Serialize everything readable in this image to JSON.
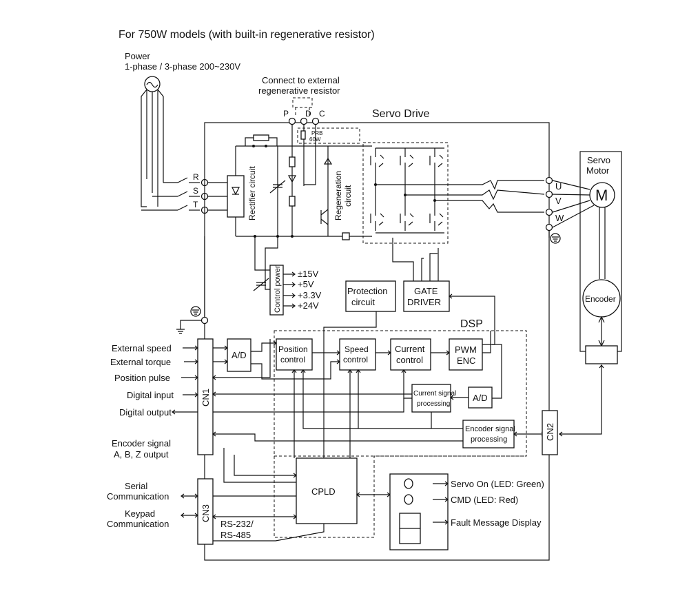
{
  "heading": "For 750W models (with built-in regenerative resistor)",
  "power": {
    "title": "Power",
    "spec": "1-phase / 3-phase 200~230V"
  },
  "external_resistor": {
    "line1": "Connect to external",
    "line2": "regenerative resistor"
  },
  "terminals_top": {
    "p": "P",
    "d": "D",
    "c": "C"
  },
  "servo_drive_label": "Servo Drive",
  "prb": {
    "line1": "PRB",
    "line2": "60W"
  },
  "input_terminals": {
    "r": "R",
    "s": "S",
    "t": "T"
  },
  "rectifier_label": "Rectifier circuit",
  "regeneration_label": {
    "line1": "Regeneration",
    "line2": "circuit"
  },
  "motor": {
    "title_line1": "Servo",
    "title_line2": "Motor",
    "symbol": "M",
    "encoder": "Encoder",
    "u": "U",
    "v": "V",
    "w": "W"
  },
  "control_power": {
    "label": "Control power",
    "outputs": [
      "±15V",
      "+5V",
      "+3.3V",
      "+24V"
    ]
  },
  "protection": {
    "line1": "Protection",
    "line2": "circuit"
  },
  "gate_driver": {
    "line1": "GATE",
    "line2": "DRIVER"
  },
  "dsp_label": "DSP",
  "blocks": {
    "ad1": "A/D",
    "position": {
      "line1": "Position",
      "line2": "control"
    },
    "speed": {
      "line1": "Speed",
      "line2": "control"
    },
    "current": {
      "line1": "Current",
      "line2": "control"
    },
    "pwm": {
      "line1": "PWM",
      "line2": "ENC"
    },
    "current_signal": {
      "line1": "Current signal",
      "line2": "processing"
    },
    "ad2": "A/D",
    "encoder_signal": {
      "line1": "Encoder signal",
      "line2": "processing"
    },
    "cpld": "CPLD"
  },
  "connectors": {
    "cn1": "CN1",
    "cn2": "CN2",
    "cn3": "CN3"
  },
  "cn1_signals": [
    "External speed",
    "External torque",
    "Position pulse",
    "Digital input",
    "Digital output"
  ],
  "encoder_output": {
    "line1": "Encoder signal",
    "line2": "A, B, Z output"
  },
  "cn3_signals": {
    "serial": {
      "line1": "Serial",
      "line2": "Communication"
    },
    "keypad": {
      "line1": "Keypad",
      "line2": "Communication"
    },
    "rs": {
      "line1": "RS-232/",
      "line2": "RS-485"
    }
  },
  "leds": {
    "servo_on": "Servo On (LED: Green)",
    "cmd": "CMD (LED: Red)",
    "fault": "Fault Message Display"
  }
}
